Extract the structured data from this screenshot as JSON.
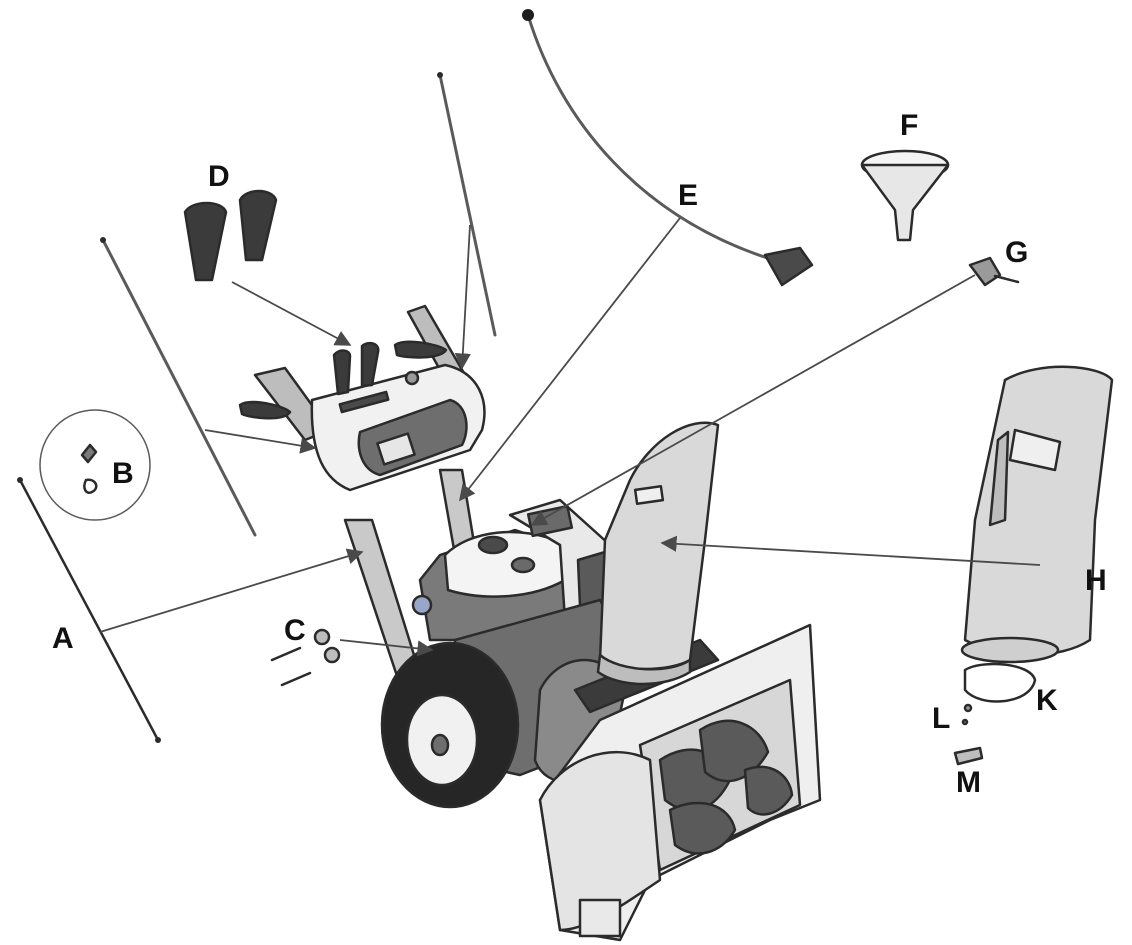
{
  "diagram": {
    "callouts": {
      "a": "A",
      "b": "B",
      "c": "C",
      "d": "D",
      "e": "E",
      "f": "F",
      "g": "G",
      "h": "H",
      "k": "K",
      "l": "L",
      "m": "M"
    },
    "colors": {
      "body": "#f1f1f1",
      "panel": "#6e6e6e",
      "grip": "#3b3b3b",
      "metal": "#9a9a9a",
      "chute": "#d9d9d9",
      "dark": "#4a4a4a",
      "tire": "#262626"
    }
  }
}
